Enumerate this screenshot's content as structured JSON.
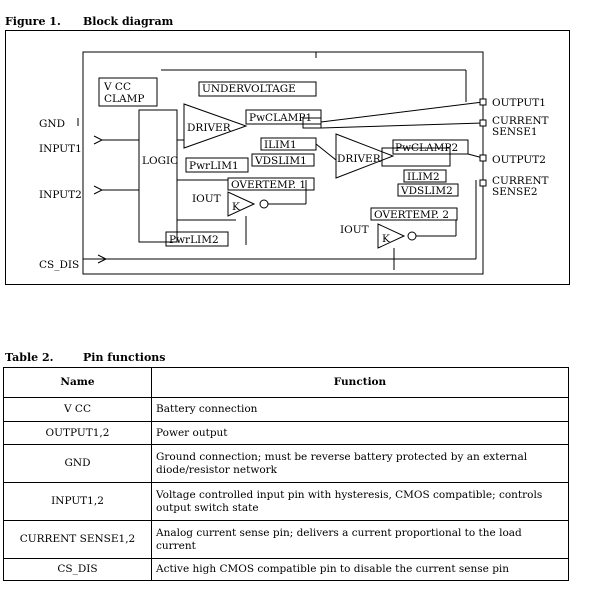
{
  "figure": {
    "number": "Figure 1.",
    "title": "Block diagram",
    "labels": {
      "vcc": "V CC",
      "clamp": "CLAMP",
      "undervoltage": "UNDERVOLTAGE",
      "gnd": "GND",
      "input1": "INPUT1",
      "input2": "INPUT2",
      "cs_dis": "CS_DIS",
      "logic": "LOGIC",
      "driver1": "DRIVER",
      "driver2": "DRIVER",
      "pwclamp1": "PwCLAMP1",
      "pwclamp2": "PwCLAMP2",
      "ilim1": "ILIM1",
      "ilim2": "ILIM2",
      "vdslim1": "VDSLIM1",
      "vdslim2": "VDSLIM2",
      "pwrlim1": "PwrLIM1",
      "pwrlim2": "PwrLIM2",
      "overtemp1": "OVERTEMP. 1",
      "overtemp2": "OVERTEMP. 2",
      "iout1": "IOUT",
      "iout2": "IOUT",
      "k1": "K",
      "k2": "K",
      "output1": "OUTPUT1",
      "output2": "OUTPUT2",
      "current_sense1_a": "CURRENT",
      "current_sense1_b": "SENSE1",
      "current_sense2_a": "CURRENT",
      "current_sense2_b": "SENSE2"
    }
  },
  "table": {
    "number": "Table 2.",
    "title": "Pin functions",
    "headers": [
      "Name",
      "Function"
    ],
    "rows": [
      {
        "name": "V CC",
        "function": "Battery connection"
      },
      {
        "name": "OUTPUT1,2",
        "function": "Power output"
      },
      {
        "name": "GND",
        "function": "Ground connection; must be reverse battery protected by an external diode/resistor network"
      },
      {
        "name": "INPUT1,2",
        "function": "Voltage controlled input pin with hysteresis, CMOS compatible; controls output switch state"
      },
      {
        "name": "CURRENT SENSE1,2",
        "function": "Analog current sense pin; delivers a current proportional to the load current"
      },
      {
        "name": "CS_DIS",
        "function": "Active high CMOS compatible pin to disable the current sense pin"
      }
    ]
  }
}
